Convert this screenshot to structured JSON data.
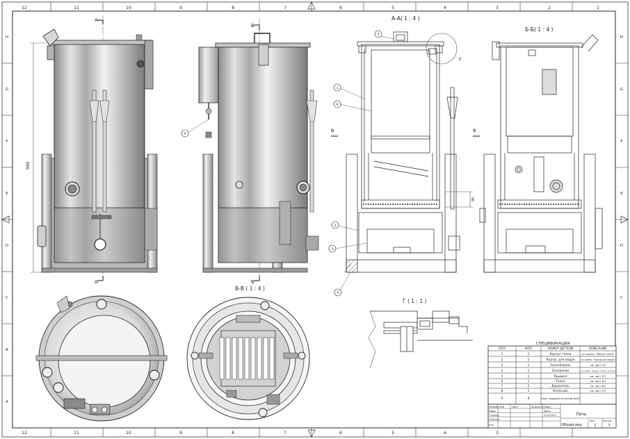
{
  "ruler": {
    "top": [
      "12",
      "11",
      "10",
      "9",
      "8",
      "7",
      "6",
      "5",
      "4",
      "3",
      "2",
      "1"
    ],
    "side": [
      "H",
      "G",
      "F",
      "E",
      "D",
      "C",
      "B",
      "A"
    ]
  },
  "views": {
    "section_aa": "А-А( 1 : 4 )",
    "section_bb": "Б-Б( 1 : 4 )",
    "section_vv": "В-В ( 1 : 4 )",
    "detail_g": "Г ( 1 : 1 )",
    "cut_a": "А",
    "cut_b": "Б",
    "cut_v": "В",
    "detail_mark": "Г",
    "dim_height": "990",
    "dim_small": "95"
  },
  "callouts": [
    "1",
    "2",
    "3",
    "4",
    "5",
    "6"
  ],
  "spec": {
    "title": "СПЕЦИФИКАЦИЯ",
    "headers": [
      "ПОЗ",
      "КОЛ",
      "НОМЕР ДЕТАЛИ",
      "ОПИСАНИЕ"
    ],
    "rows": [
      {
        "pos": "1",
        "qty": "1",
        "name": "Корпус топки",
        "desc": "см. компл. \"Корпус топки\""
      },
      {
        "pos": "2",
        "qty": "1",
        "name": "Корпус для ведра",
        "desc": "см. компл. \"Корпус для ведра\""
      },
      {
        "pos": "3",
        "qty": "1",
        "name": "Золосборник",
        "desc": "см. лист 2/7"
      },
      {
        "pos": "4",
        "qty": "1",
        "name": "Основание",
        "desc": "см. компл. \"Корпус топки\" лист 3/7"
      },
      {
        "pos": "5",
        "qty": "1",
        "name": "Крышка",
        "desc": "см. лист 5/7"
      },
      {
        "pos": "6",
        "qty": "1",
        "name": "Топка",
        "desc": "см. лист 6/7"
      },
      {
        "pos": "7",
        "qty": "2",
        "name": "Держатель",
        "desc": "см. лист 6/7"
      },
      {
        "pos": "8",
        "qty": "1",
        "name": "Колосник",
        "desc": "см. лист 7/7"
      },
      {
        "pos": "9",
        "qty": "9",
        "name": "Кран шаровый латунный Ду20",
        "desc": ""
      }
    ]
  },
  "titleblock": {
    "labels": [
      "Разраб.",
      "Пров.",
      "Т.контр.",
      "Н.контр.",
      "Утв."
    ],
    "col_labels": [
      "Изм",
      "Лист",
      "№ докум.",
      "Подп.",
      "Дата"
    ],
    "date": "11.03.2011",
    "name": "Печь",
    "view": "Общий вид",
    "sheet": "1",
    "sheets": "7",
    "sheet_label": "Лист",
    "sheets_label": "Листов"
  }
}
